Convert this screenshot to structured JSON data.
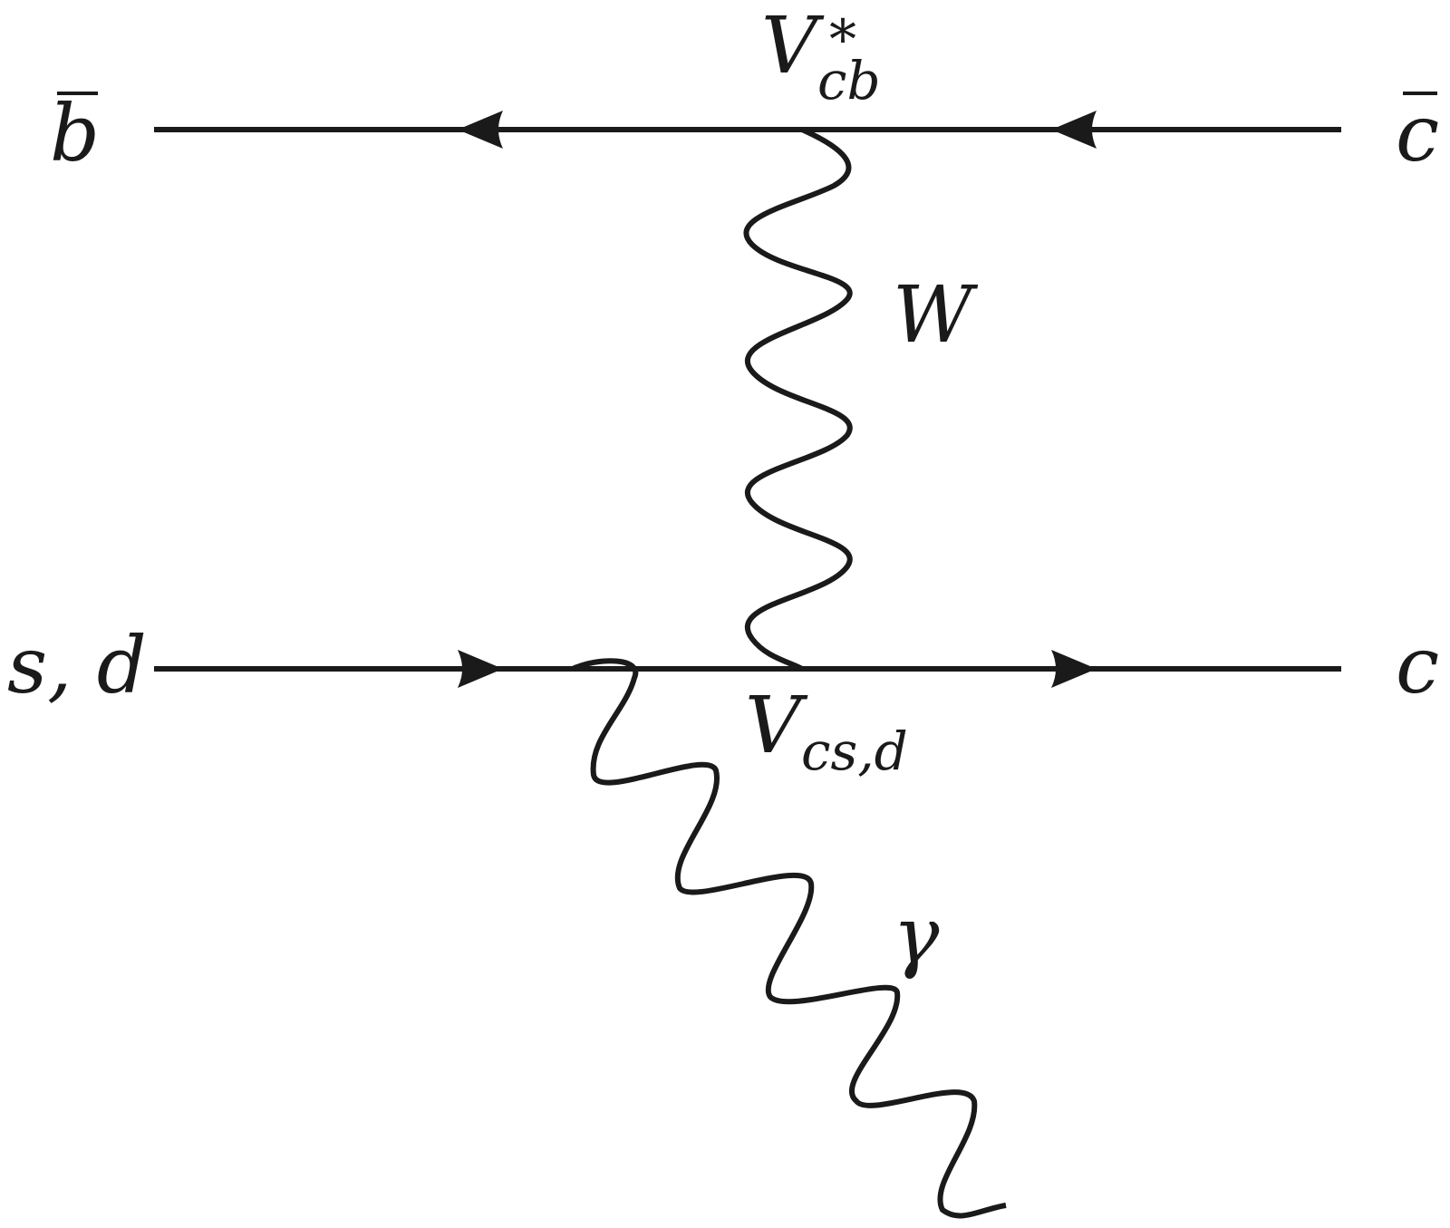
{
  "diagram": {
    "type": "feynman",
    "particles": {
      "top_left": "b",
      "top_right": "c",
      "bottom_left": "s, d",
      "bottom_right": "c"
    },
    "bosons": {
      "w_label": "W",
      "photon_label": "γ"
    },
    "couplings": {
      "top": {
        "base": "V",
        "subscript": "cb",
        "superscript": "*"
      },
      "bottom": {
        "base": "V",
        "subscript": "cs,d"
      }
    }
  },
  "colors": {
    "ink": "#1a1a1a"
  }
}
